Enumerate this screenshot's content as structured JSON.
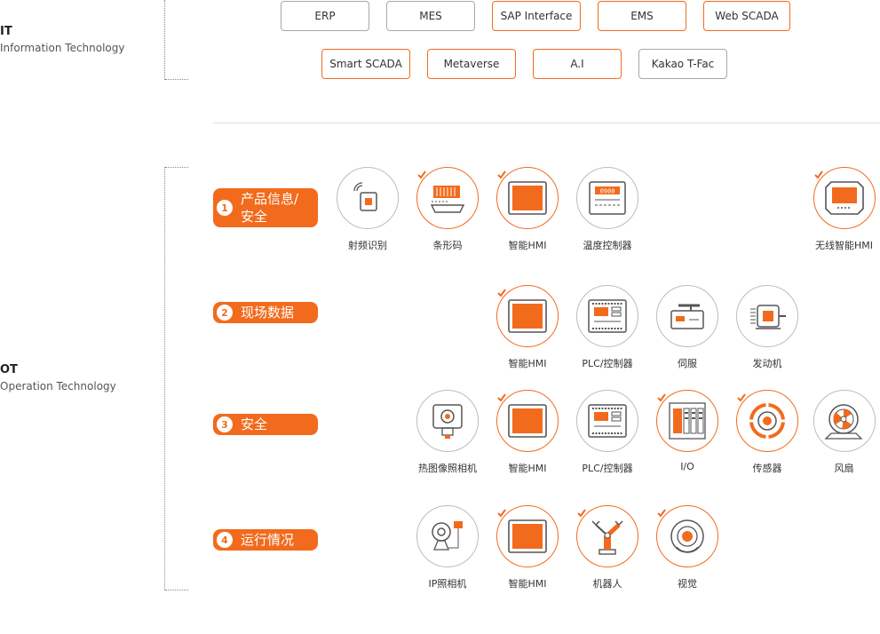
{
  "it": {
    "abbr": "IT",
    "full": "Information Technology"
  },
  "ot": {
    "abbr": "OT",
    "full": "Operation Technology"
  },
  "it_modules": [
    {
      "label": "ERP",
      "style": "gray"
    },
    {
      "label": "MES",
      "style": "gray"
    },
    {
      "label": "SAP Interface",
      "style": "orange"
    },
    {
      "label": "EMS",
      "style": "orange"
    },
    {
      "label": "Web SCADA",
      "style": "orange"
    },
    {
      "label": "Smart SCADA",
      "style": "orange"
    },
    {
      "label": "Metaverse",
      "style": "orange"
    },
    {
      "label": "A.I",
      "style": "orange"
    },
    {
      "label": "Kakao T-Fac",
      "style": "gray"
    }
  ],
  "categories": [
    {
      "num": "1",
      "label": "产品信息/安全"
    },
    {
      "num": "2",
      "label": "现场数据"
    },
    {
      "num": "3",
      "label": "安全"
    },
    {
      "num": "4",
      "label": "运行情况"
    }
  ],
  "devices": [
    {
      "label": "射频识别",
      "icon": "rfid-icon",
      "style": "gray",
      "checked": false
    },
    {
      "label": "条形码",
      "icon": "barcode-scanner-icon",
      "style": "orange",
      "checked": true
    },
    {
      "label": "智能HMI",
      "icon": "hmi-screen-icon",
      "style": "orange",
      "checked": true
    },
    {
      "label": "温度控制器",
      "icon": "temperature-controller-icon",
      "style": "gray",
      "checked": false
    },
    {
      "label": "无线智能HMI",
      "icon": "wireless-hmi-icon",
      "style": "orange",
      "checked": true
    },
    {
      "label": "智能HMI",
      "icon": "hmi-screen-icon",
      "style": "orange",
      "checked": true
    },
    {
      "label": "PLC/控制器",
      "icon": "plc-controller-icon",
      "style": "gray",
      "checked": false
    },
    {
      "label": "伺服",
      "icon": "servo-icon",
      "style": "gray",
      "checked": false
    },
    {
      "label": "发动机",
      "icon": "motor-icon",
      "style": "gray",
      "checked": false
    },
    {
      "label": "热图像照相机",
      "icon": "thermal-camera-icon",
      "style": "gray",
      "checked": false
    },
    {
      "label": "智能HMI",
      "icon": "hmi-screen-icon",
      "style": "orange",
      "checked": true
    },
    {
      "label": "PLC/控制器",
      "icon": "plc-controller-icon",
      "style": "gray",
      "checked": false
    },
    {
      "label": "I/O",
      "icon": "io-module-icon",
      "style": "orange",
      "checked": true
    },
    {
      "label": "传感器",
      "icon": "sensor-icon",
      "style": "orange",
      "checked": true
    },
    {
      "label": "风扇",
      "icon": "fan-icon",
      "style": "gray",
      "checked": false
    },
    {
      "label": "IP照相机",
      "icon": "ip-camera-icon",
      "style": "gray",
      "checked": false
    },
    {
      "label": "智能HMI",
      "icon": "hmi-screen-icon",
      "style": "orange",
      "checked": true
    },
    {
      "label": "机器人",
      "icon": "robot-arm-icon",
      "style": "orange",
      "checked": true
    },
    {
      "label": "视觉",
      "icon": "vision-sensor-icon",
      "style": "orange",
      "checked": true
    }
  ],
  "colors": {
    "accent": "#f26b1d",
    "border_gray": "#a8a8a8",
    "text": "#333333"
  }
}
